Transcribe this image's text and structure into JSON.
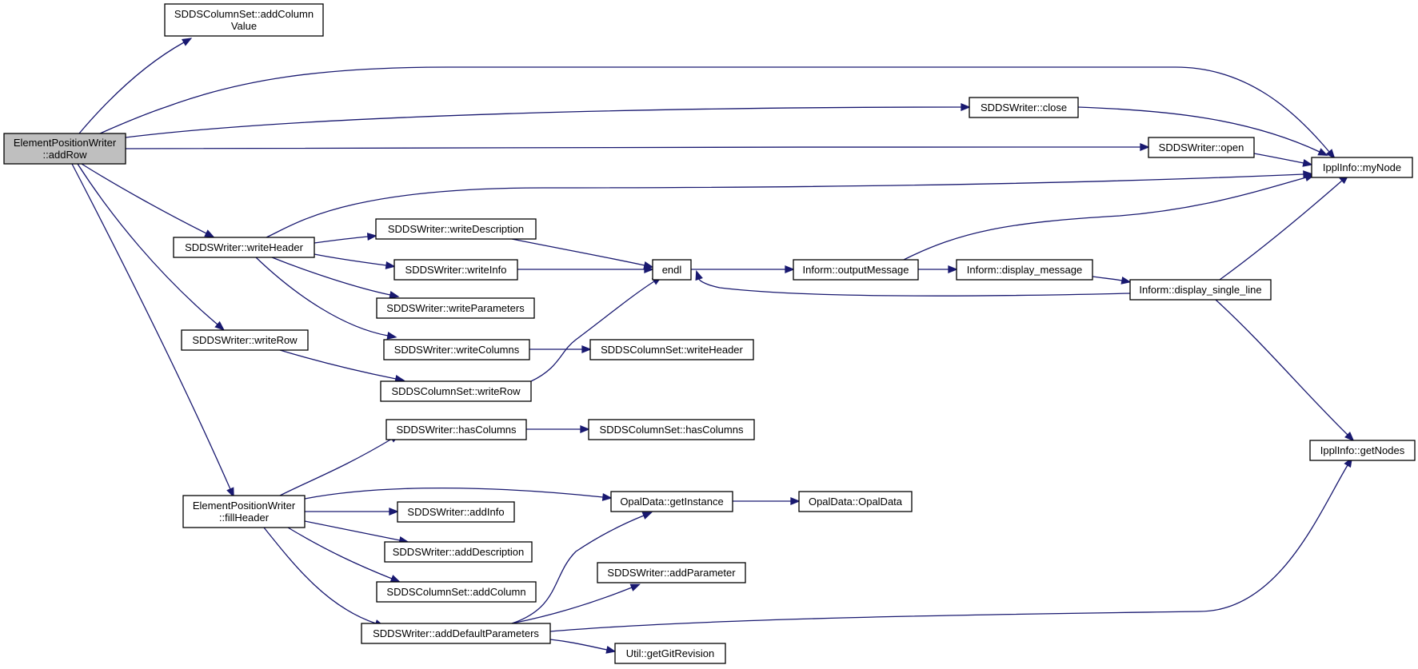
{
  "graph": {
    "colors": {
      "edge": "#191970",
      "node_fill": "#ffffff",
      "root_fill": "#bfbfbf",
      "border": "#000000"
    },
    "nodes": [
      {
        "id": "epw_addRow",
        "lines": [
          "ElementPositionWriter",
          "::addRow"
        ],
        "root": true
      },
      {
        "id": "cs_addColumnValue",
        "lines": [
          "SDDSColumnSet::addColumn",
          "Value"
        ]
      },
      {
        "id": "w_close",
        "lines": [
          "SDDSWriter::close"
        ]
      },
      {
        "id": "w_open",
        "lines": [
          "SDDSWriter::open"
        ]
      },
      {
        "id": "ippl_myNode",
        "lines": [
          "IpplInfo::myNode"
        ]
      },
      {
        "id": "w_writeHeader",
        "lines": [
          "SDDSWriter::writeHeader"
        ]
      },
      {
        "id": "w_writeDescription",
        "lines": [
          "SDDSWriter::writeDescription"
        ]
      },
      {
        "id": "w_writeInfo",
        "lines": [
          "SDDSWriter::writeInfo"
        ]
      },
      {
        "id": "w_writeParameters",
        "lines": [
          "SDDSWriter::writeParameters"
        ]
      },
      {
        "id": "w_writeColumns",
        "lines": [
          "SDDSWriter::writeColumns"
        ]
      },
      {
        "id": "endl",
        "lines": [
          "endl"
        ]
      },
      {
        "id": "inform_outputMessage",
        "lines": [
          "Inform::outputMessage"
        ]
      },
      {
        "id": "inform_display_message",
        "lines": [
          "Inform::display_message"
        ]
      },
      {
        "id": "inform_display_single_line",
        "lines": [
          "Inform::display_single_line"
        ]
      },
      {
        "id": "w_writeRow",
        "lines": [
          "SDDSWriter::writeRow"
        ]
      },
      {
        "id": "cs_writeRow",
        "lines": [
          "SDDSColumnSet::writeRow"
        ]
      },
      {
        "id": "cs_writeHeader",
        "lines": [
          "SDDSColumnSet::writeHeader"
        ]
      },
      {
        "id": "w_hasColumns",
        "lines": [
          "SDDSWriter::hasColumns"
        ]
      },
      {
        "id": "cs_hasColumns",
        "lines": [
          "SDDSColumnSet::hasColumns"
        ]
      },
      {
        "id": "ippl_getNodes",
        "lines": [
          "IpplInfo::getNodes"
        ]
      },
      {
        "id": "epw_fillHeader",
        "lines": [
          "ElementPositionWriter",
          "::fillHeader"
        ]
      },
      {
        "id": "opal_getInstance",
        "lines": [
          "OpalData::getInstance"
        ]
      },
      {
        "id": "opal_OpalData",
        "lines": [
          "OpalData::OpalData"
        ]
      },
      {
        "id": "w_addInfo",
        "lines": [
          "SDDSWriter::addInfo"
        ]
      },
      {
        "id": "w_addDescription",
        "lines": [
          "SDDSWriter::addDescription"
        ]
      },
      {
        "id": "cs_addColumn",
        "lines": [
          "SDDSColumnSet::addColumn"
        ]
      },
      {
        "id": "w_addParameter",
        "lines": [
          "SDDSWriter::addParameter"
        ]
      },
      {
        "id": "w_addDefaultParameters",
        "lines": [
          "SDDSWriter::addDefaultParameters"
        ]
      },
      {
        "id": "util_getGitRevision",
        "lines": [
          "Util::getGitRevision"
        ]
      }
    ],
    "edges": [
      {
        "from": "epw_addRow",
        "to": "cs_addColumnValue"
      },
      {
        "from": "epw_addRow",
        "to": "ippl_myNode"
      },
      {
        "from": "epw_addRow",
        "to": "w_close"
      },
      {
        "from": "epw_addRow",
        "to": "w_open"
      },
      {
        "from": "epw_addRow",
        "to": "w_writeHeader"
      },
      {
        "from": "epw_addRow",
        "to": "w_writeRow"
      },
      {
        "from": "epw_addRow",
        "to": "epw_fillHeader"
      },
      {
        "from": "w_close",
        "to": "ippl_myNode"
      },
      {
        "from": "w_open",
        "to": "ippl_myNode"
      },
      {
        "from": "w_writeHeader",
        "to": "ippl_myNode"
      },
      {
        "from": "w_writeHeader",
        "to": "w_writeDescription"
      },
      {
        "from": "w_writeHeader",
        "to": "w_writeInfo"
      },
      {
        "from": "w_writeHeader",
        "to": "w_writeParameters"
      },
      {
        "from": "w_writeHeader",
        "to": "w_writeColumns"
      },
      {
        "from": "w_writeDescription",
        "to": "endl"
      },
      {
        "from": "w_writeInfo",
        "to": "endl"
      },
      {
        "from": "endl",
        "to": "inform_outputMessage"
      },
      {
        "from": "inform_outputMessage",
        "to": "ippl_myNode"
      },
      {
        "from": "inform_outputMessage",
        "to": "inform_display_message"
      },
      {
        "from": "inform_display_message",
        "to": "inform_display_single_line"
      },
      {
        "from": "inform_display_single_line",
        "to": "endl"
      },
      {
        "from": "inform_display_single_line",
        "to": "ippl_myNode"
      },
      {
        "from": "inform_display_single_line",
        "to": "ippl_getNodes"
      },
      {
        "from": "w_writeColumns",
        "to": "cs_writeHeader"
      },
      {
        "from": "w_writeRow",
        "to": "cs_writeRow"
      },
      {
        "from": "cs_writeRow",
        "to": "endl"
      },
      {
        "from": "epw_fillHeader",
        "to": "w_hasColumns"
      },
      {
        "from": "w_hasColumns",
        "to": "cs_hasColumns"
      },
      {
        "from": "epw_fillHeader",
        "to": "opal_getInstance"
      },
      {
        "from": "opal_getInstance",
        "to": "opal_OpalData"
      },
      {
        "from": "epw_fillHeader",
        "to": "w_addInfo"
      },
      {
        "from": "epw_fillHeader",
        "to": "w_addDescription"
      },
      {
        "from": "epw_fillHeader",
        "to": "cs_addColumn"
      },
      {
        "from": "epw_fillHeader",
        "to": "w_addDefaultParameters"
      },
      {
        "from": "w_addDefaultParameters",
        "to": "opal_getInstance"
      },
      {
        "from": "w_addDefaultParameters",
        "to": "w_addParameter"
      },
      {
        "from": "w_addDefaultParameters",
        "to": "ippl_getNodes"
      },
      {
        "from": "w_addDefaultParameters",
        "to": "util_getGitRevision"
      }
    ]
  }
}
